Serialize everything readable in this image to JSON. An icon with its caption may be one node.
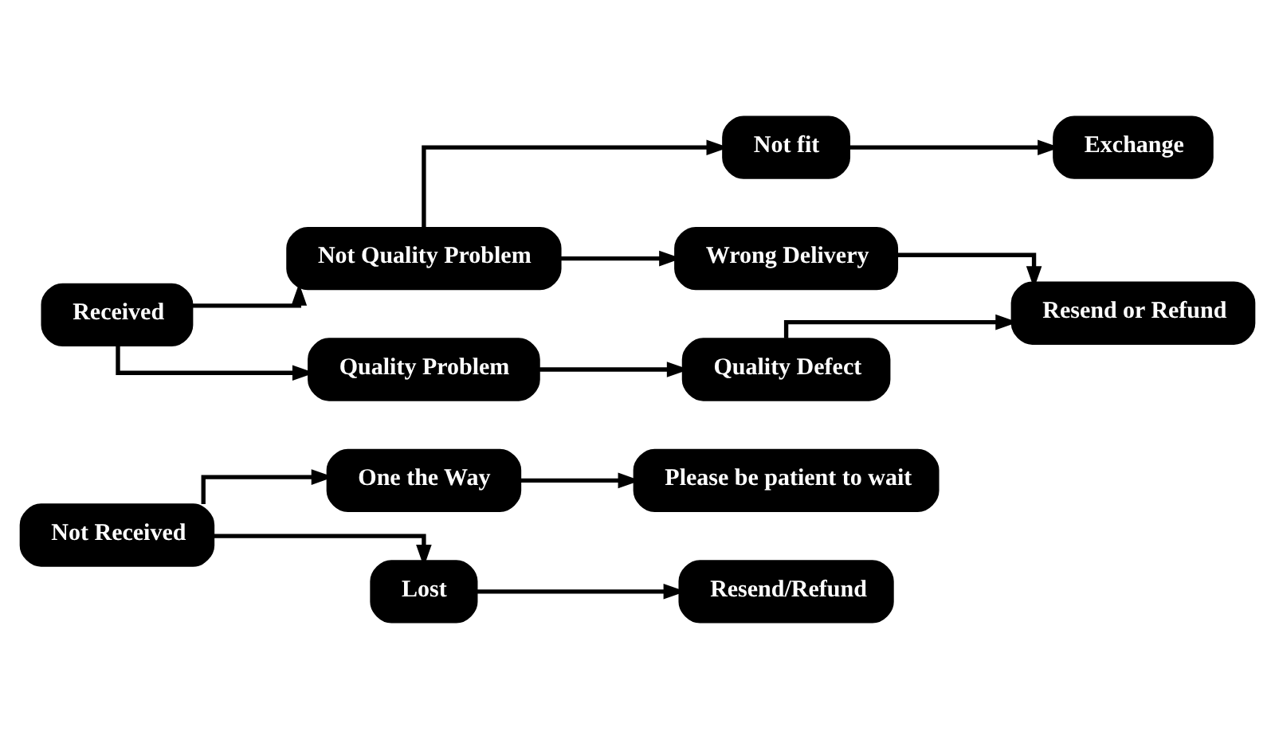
{
  "diagram": {
    "nodes": [
      {
        "text": [
          "Not Received"
        ]
      },
      {
        "text": [
          "One the Way"
        ]
      },
      {
        "text": [
          "Lost"
        ]
      },
      {
        "text": [
          "Please be patient to wait"
        ]
      },
      {
        "text": [
          "Resend/Refund"
        ]
      },
      {
        "text": [
          "Received"
        ]
      },
      {
        "text": [
          "Not Quality Problem"
        ]
      },
      {
        "text": [
          "Quality Problem"
        ]
      },
      {
        "text": [
          "Not fit"
        ]
      },
      {
        "text": [
          "Wrong Delivery"
        ]
      },
      {
        "text": [
          "Exchange"
        ]
      },
      {
        "text": [
          "Quality Defect"
        ]
      },
      {
        "text": [
          "Resend or Refund"
        ]
      }
    ],
    "edges": [
      {
        "from": 0,
        "to": 1,
        "arrow": "to"
      },
      {
        "from": 0,
        "to": 2,
        "arrow": "to"
      },
      {
        "from": 1,
        "to": 3,
        "arrow": "to"
      },
      {
        "from": 2,
        "to": 4,
        "arrow": "to"
      },
      {
        "from": 5,
        "to": 6,
        "arrow": "to"
      },
      {
        "from": 5,
        "to": 7,
        "arrow": "to"
      },
      {
        "from": 6,
        "to": 8,
        "arrow": "to"
      },
      {
        "from": 6,
        "to": 9,
        "arrow": "to"
      },
      {
        "from": 8,
        "to": 10,
        "arrow": "to"
      },
      {
        "from": 7,
        "to": 11,
        "arrow": "to"
      },
      {
        "from": 9,
        "to": 12,
        "arrow": "to"
      },
      {
        "from": 11,
        "to": 12,
        "arrow": "to"
      }
    ]
  }
}
